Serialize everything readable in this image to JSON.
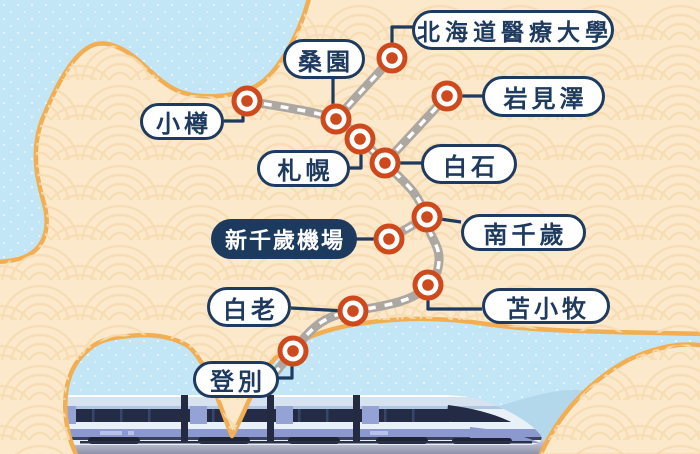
{
  "map": {
    "description": "Hokkaido railway route map with train illustration",
    "stations": [
      {
        "id": "otaru",
        "name": "小樽",
        "highlight": false
      },
      {
        "id": "soen",
        "name": "桑園",
        "highlight": false
      },
      {
        "id": "hokkaido-medical-university",
        "name": "北海道醫療大學",
        "highlight": false
      },
      {
        "id": "iwamizawa",
        "name": "岩見澤",
        "highlight": false
      },
      {
        "id": "sapporo",
        "name": "札幌",
        "highlight": false
      },
      {
        "id": "shiroishi",
        "name": "白石",
        "highlight": false
      },
      {
        "id": "shin-chitose-airport",
        "name": "新千歲機場",
        "highlight": true
      },
      {
        "id": "minami-chitose",
        "name": "南千歲",
        "highlight": false
      },
      {
        "id": "shiraoi",
        "name": "白老",
        "highlight": false
      },
      {
        "id": "tomakomai",
        "name": "苫小牧",
        "highlight": false
      },
      {
        "id": "noboribetsu",
        "name": "登別",
        "highlight": false
      }
    ],
    "colors": {
      "sea": "#C2E6F6",
      "land": "#FCE9CC",
      "land_border": "#F1AE52",
      "track": "#ACA7A0",
      "station_marker": "#CE4A1D",
      "label_navy": "#1E3A5F",
      "highlight_pill_bg": "#1C3A5E"
    }
  }
}
